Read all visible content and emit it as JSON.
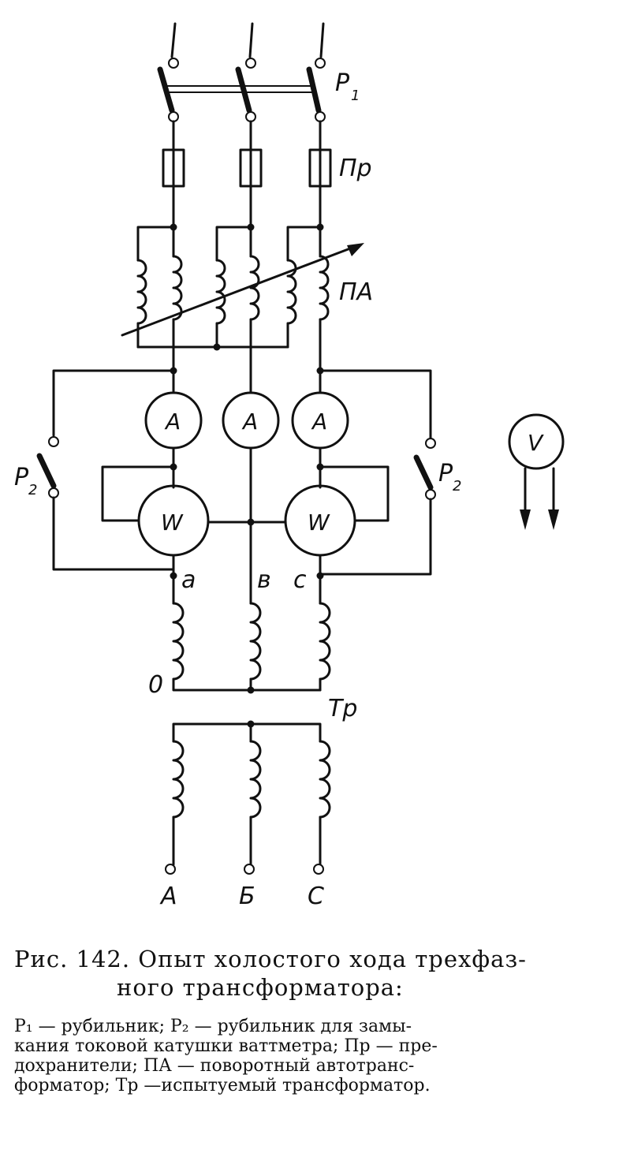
{
  "labels": {
    "p1": "Р",
    "p1_sub": "1",
    "pr": "Пр",
    "pa": "ПА",
    "p2_left": "Р",
    "p2_left_sub": "2",
    "p2_right": "Р",
    "p2_right_sub": "2",
    "ammeter": "A",
    "wattmeter": "W",
    "voltmeter": "V",
    "tap_a": "a",
    "tap_b": "в",
    "tap_c": "c",
    "neutral": "0",
    "tr": "Тр",
    "term_a": "A",
    "term_b": "Б",
    "term_c": "C"
  },
  "caption": {
    "title_line1": "Рис. 142. Опыт холостого хода трехфаз-",
    "title_line2": "ного трансформатора:",
    "desc_line1": "Р₁ — рубильник; Р₂ — рубильник для замы-",
    "desc_line2": "кания токовой катушки ваттметра; Пр — пре-",
    "desc_line3": "дохранители; ПА — поворотный автотранс-",
    "desc_line4": "форматор; Тр —испытуемый трансформатор."
  }
}
